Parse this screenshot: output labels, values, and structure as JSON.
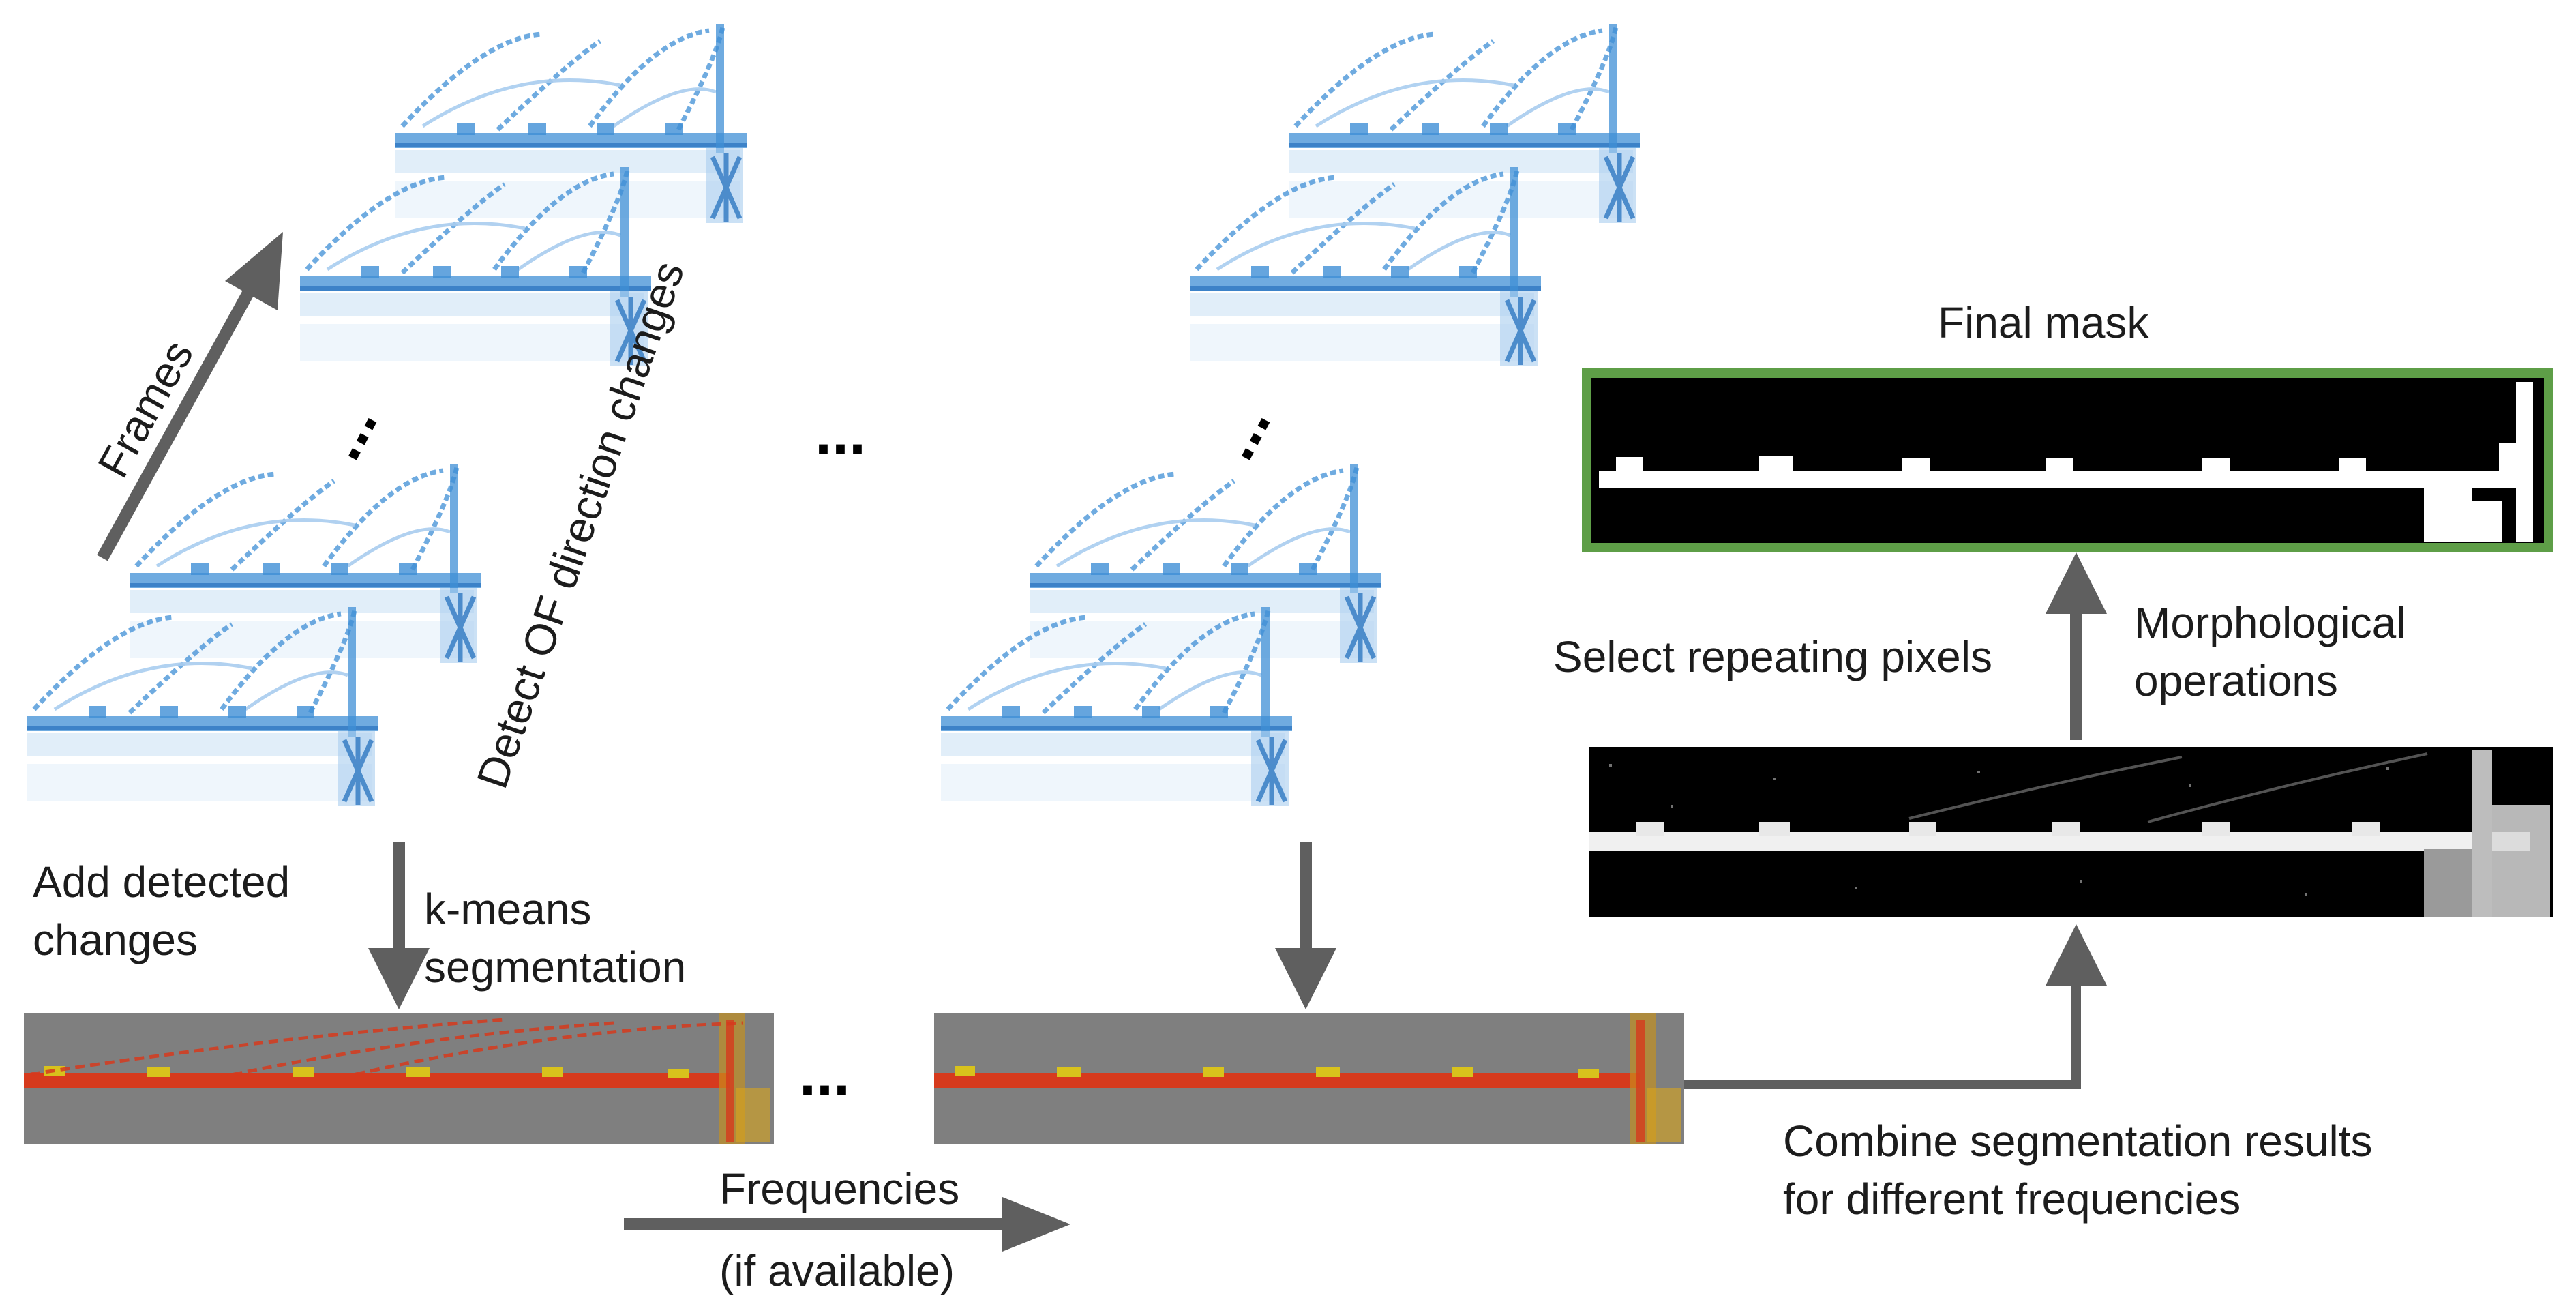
{
  "labels": {
    "frames": "Frames",
    "detect_of": "Detect OF direction changes",
    "add_detected_1": "Add detected",
    "add_detected_2": "changes",
    "kmeans_1": "k-means",
    "kmeans_2": "segmentation",
    "frequencies": "Frequencies",
    "if_available": "(if available)",
    "combine_1": "Combine segmentation results",
    "combine_2": "for different frequencies",
    "select_repeating": "Select repeating pixels",
    "morph_1": "Morphological",
    "morph_2": "operations",
    "final_mask": "Final mask"
  },
  "ellipsis": "...",
  "colors": {
    "arrow": "#5f5f5f",
    "frame_blue": "#3f8fd6",
    "frame_blue_light": "#a9cdef",
    "seg_gray": "#7b7b7b",
    "seg_red": "#d63a1d",
    "seg_yellow": "#d8c21c",
    "mask_border": "#5e9e47",
    "mask_bg": "#000000",
    "mask_fg": "#ffffff"
  }
}
